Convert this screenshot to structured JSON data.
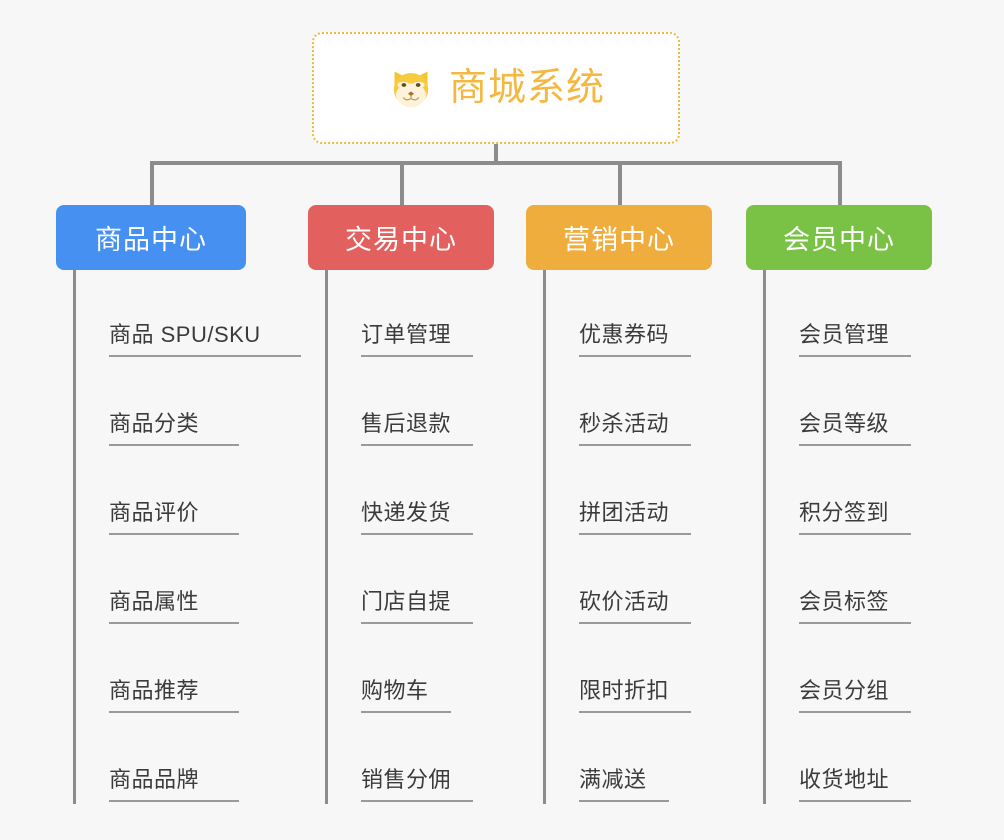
{
  "root": {
    "title": "商城系统",
    "icon": "shiba-dog-icon",
    "accent_color": "#f4b740",
    "border_color": "#f0b93c",
    "background": "#ffffff"
  },
  "canvas": {
    "background_color": "#f7f7f7",
    "connector_color": "#8c8c8c"
  },
  "columns": [
    {
      "key": "product-center",
      "label": "商品中心",
      "color": "#4590f0",
      "color_class": "blue",
      "items": [
        {
          "label": "商品 SPU/SKU"
        },
        {
          "label": "商品分类"
        },
        {
          "label": "商品评价"
        },
        {
          "label": "商品属性"
        },
        {
          "label": "商品推荐"
        },
        {
          "label": "商品品牌"
        }
      ]
    },
    {
      "key": "trade-center",
      "label": "交易中心",
      "color": "#e2615f",
      "color_class": "red",
      "items": [
        {
          "label": "订单管理"
        },
        {
          "label": "售后退款"
        },
        {
          "label": "快递发货"
        },
        {
          "label": "门店自提"
        },
        {
          "label": "购物车"
        },
        {
          "label": "销售分佣"
        }
      ]
    },
    {
      "key": "marketing-center",
      "label": "营销中心",
      "color": "#eead3d",
      "color_class": "orange",
      "items": [
        {
          "label": "优惠券码"
        },
        {
          "label": "秒杀活动"
        },
        {
          "label": "拼团活动"
        },
        {
          "label": "砍价活动"
        },
        {
          "label": "限时折扣"
        },
        {
          "label": "满减送"
        }
      ]
    },
    {
      "key": "member-center",
      "label": "会员中心",
      "color": "#79c245",
      "color_class": "green",
      "items": [
        {
          "label": "会员管理"
        },
        {
          "label": "会员等级"
        },
        {
          "label": "积分签到"
        },
        {
          "label": "会员标签"
        },
        {
          "label": "会员分组"
        },
        {
          "label": "收货地址"
        }
      ]
    }
  ]
}
